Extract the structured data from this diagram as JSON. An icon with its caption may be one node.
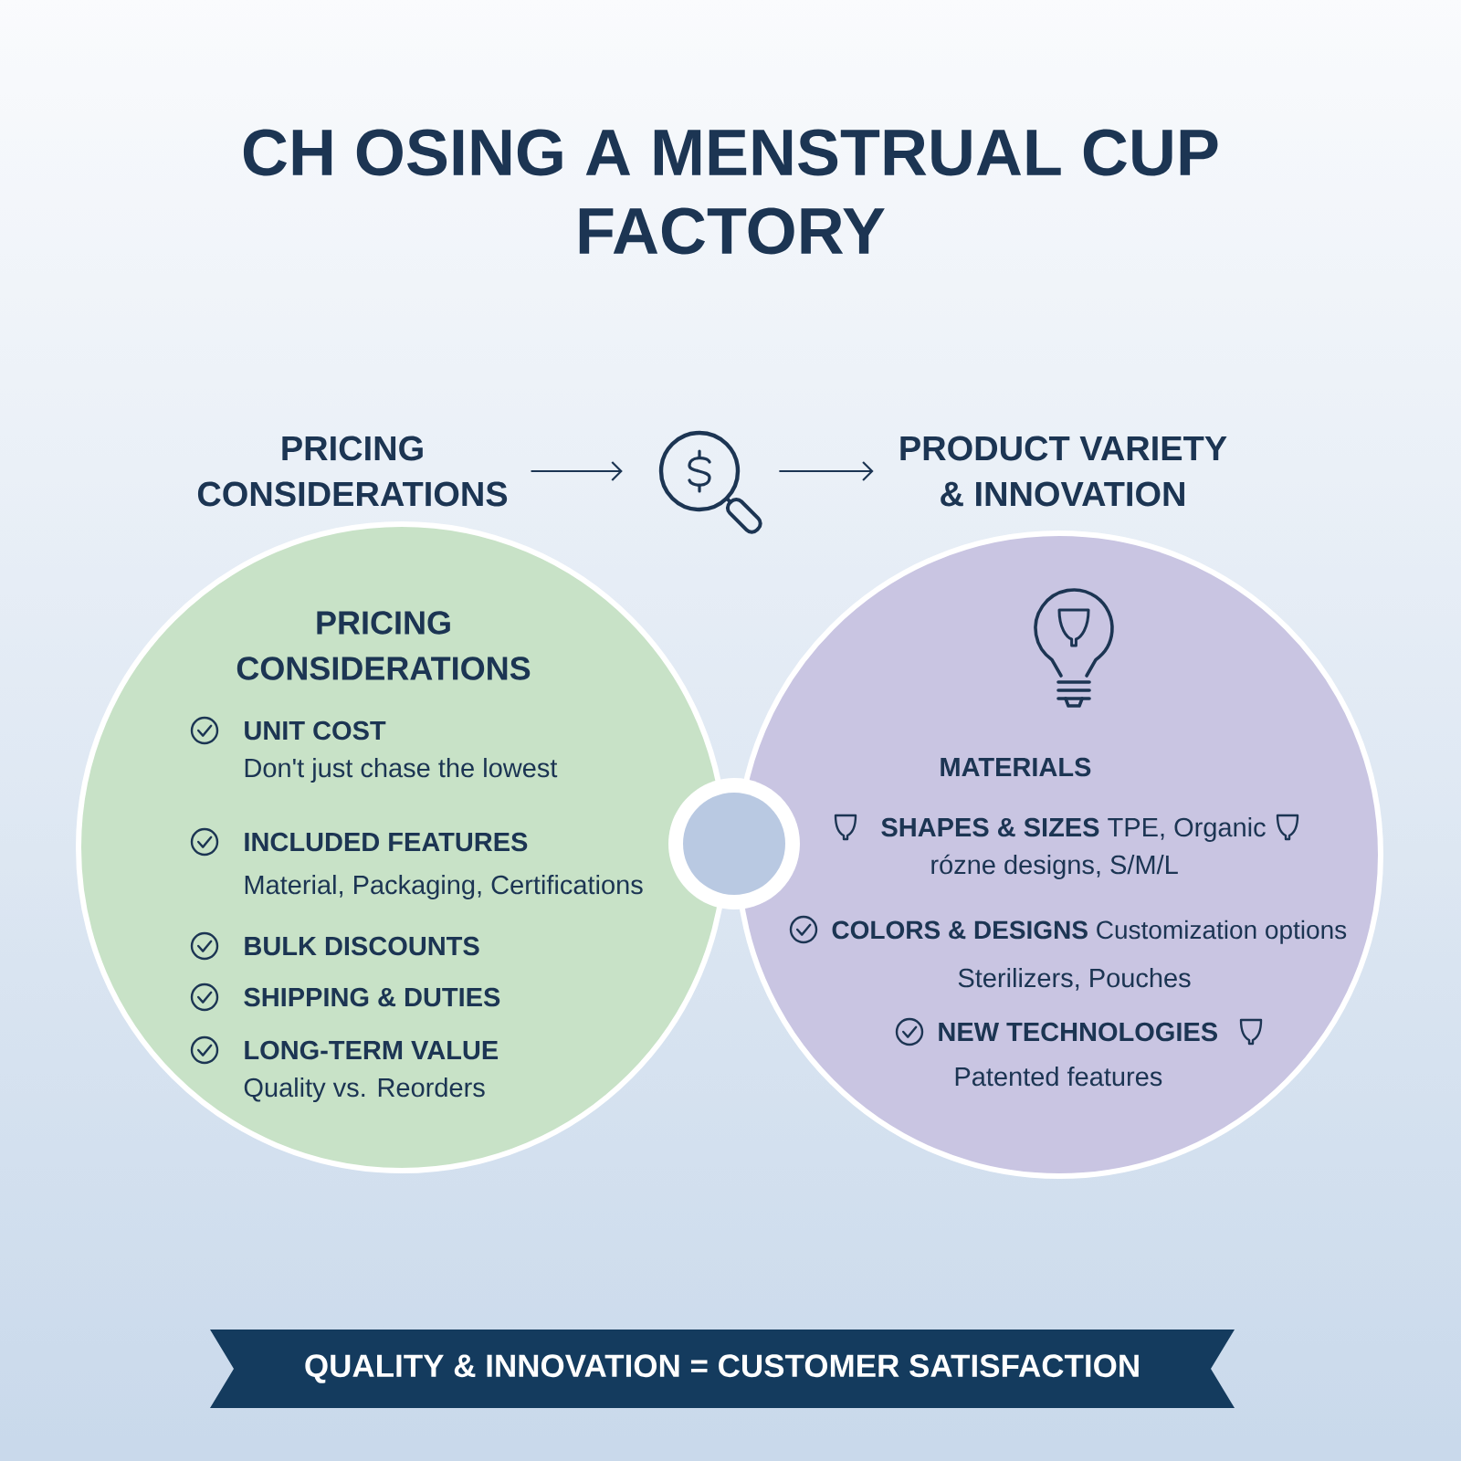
{
  "diagram": {
    "title": "CH OSING A MENSTRUAL CUP FACTORY",
    "nodes": [
      {
        "text": [
          "PRICING CONSIDERATIONS"
        ]
      },
      {
        "text": [],
        "shape": "picture"
      },
      {
        "text": [
          "PRODUCT VARIETY & INNOVATION"
        ]
      },
      {
        "text": [
          "PRICING CONSIDERATIONS",
          "UNIT COST",
          "Don't just chase the lowest",
          "INCLUDED FEATURES",
          "Material, Packaging, Certifications",
          "BULK DISCOUNTS",
          "SHIPPING & DUTIES",
          "LONG-TERM VALUE",
          "Quality vs. Reorders"
        ]
      },
      {
        "text": [],
        "shape": "circle"
      },
      {
        "text": [
          "MATERIALS",
          "**SHAPES & SIZES** TPE, Organic",
          "rózne designs, S/M/L",
          "**COLORS & DESIGNS** Customization options",
          "Sterilizers, Pouches",
          "NEW TECHNOLOGIES",
          "Patented features"
        ]
      },
      {
        "text": [
          "QUALITY & INNOVATION = CUSTOMER SATISFACTION"
        ]
      }
    ],
    "edges": [
      {
        "from": 0,
        "to": 1,
        "arrow": "to"
      },
      {
        "from": 1,
        "to": 2,
        "arrow": "to"
      }
    ]
  }
}
